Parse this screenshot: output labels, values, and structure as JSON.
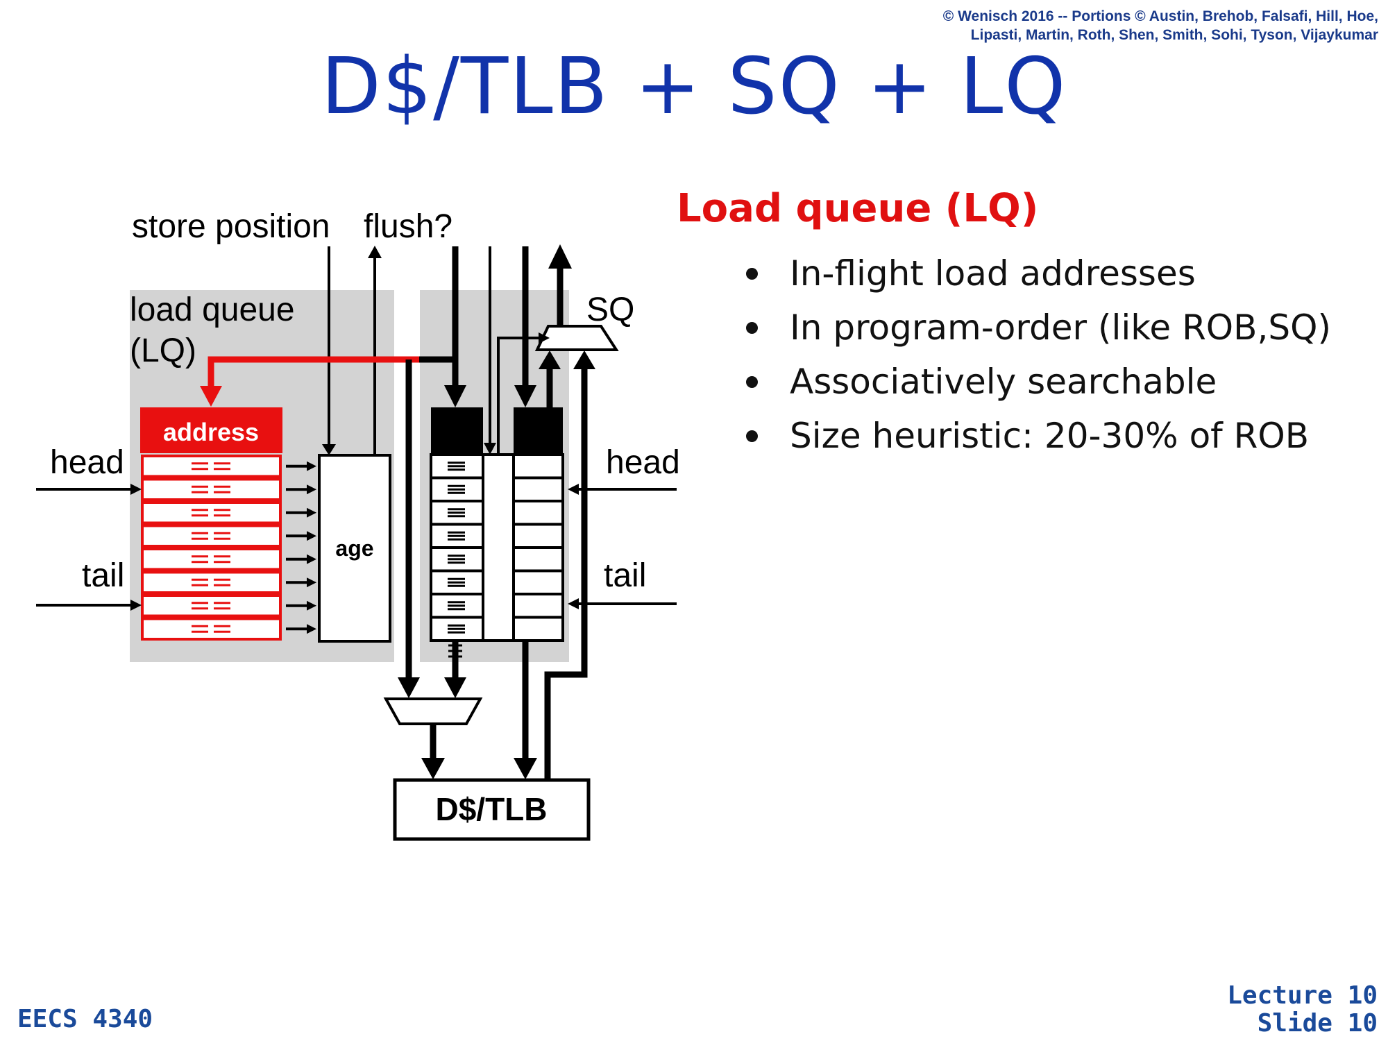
{
  "copyright": {
    "line1": "© Wenisch 2016 -- Portions © Austin, Brehob, Falsafi, Hill, Hoe,",
    "line2": "Lipasti, Martin, Roth, Shen, Smith, Sohi, Tyson, Vijaykumar"
  },
  "title": "D$/TLB + SQ + LQ",
  "diagram": {
    "store_position": "store position",
    "flush": "flush?",
    "load_queue_line1": "load queue",
    "load_queue_line2": "(LQ)",
    "sq": "SQ",
    "address": "address",
    "age": "age",
    "head_left": "head",
    "tail_left": "tail",
    "head_right": "head",
    "tail_right": "tail",
    "dtlb": "D$/TLB",
    "colors": {
      "lq_red": "#e81010",
      "queue_bg": "#d3d3d3",
      "ink": "#000000"
    }
  },
  "content": {
    "heading": "Load queue (LQ)",
    "bullets": [
      "In-flight load addresses",
      "In program-order (like ROB,SQ)",
      "Associatively searchable",
      "Size heuristic: 20-30% of ROB"
    ]
  },
  "footer": {
    "course": "EECS 4340",
    "lecture": "Lecture 10",
    "slide": "Slide 10"
  }
}
